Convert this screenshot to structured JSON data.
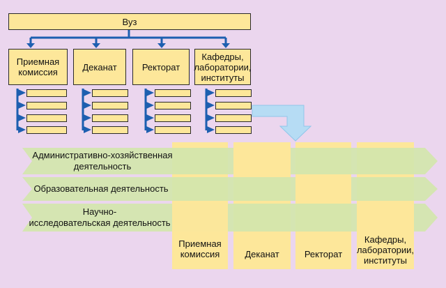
{
  "top_org": {
    "root": "Вуз",
    "units": [
      {
        "label": "Приемная\nкомиссия",
        "sub_count": 4
      },
      {
        "label": "Деканат",
        "sub_count": 4
      },
      {
        "label": "Ректорат",
        "sub_count": 4
      },
      {
        "label": "Кафедры,\nлаборатории,\nинституты",
        "sub_count": 4
      }
    ]
  },
  "matrix": {
    "rows": [
      {
        "label": "Административно-хозяйственная\nдеятельность"
      },
      {
        "label": "Образовательная деятельность"
      },
      {
        "label": "Научно-\nисследовательская деятельность"
      }
    ],
    "columns": [
      {
        "label": "Приемная\nкомиссия"
      },
      {
        "label": "Деканат"
      },
      {
        "label": "Ректорат"
      },
      {
        "label": "Кафедры,\nлаборатории,\nинституты"
      }
    ]
  },
  "colors": {
    "background": "#ebd6ee",
    "box_fill": "#fde79a",
    "arrow_green": "#d2e6ad",
    "connector_blue": "#1d5fb0",
    "big_arrow": "#b6dcf4"
  }
}
